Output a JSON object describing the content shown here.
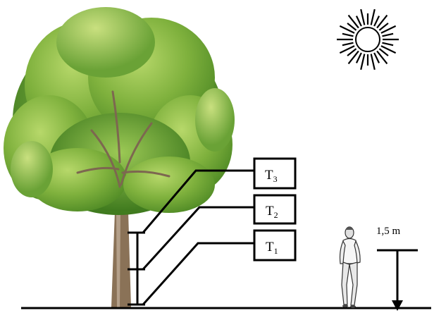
{
  "diagram": {
    "sensors": [
      {
        "id": "T3",
        "base": "T",
        "sub": "3"
      },
      {
        "id": "T2",
        "base": "T",
        "sub": "2"
      },
      {
        "id": "T1",
        "base": "T",
        "sub": "1"
      }
    ],
    "height_label": "1,5 m",
    "icons": [
      "sun-icon",
      "tree-icon",
      "person-icon",
      "height-arrow-icon"
    ]
  }
}
